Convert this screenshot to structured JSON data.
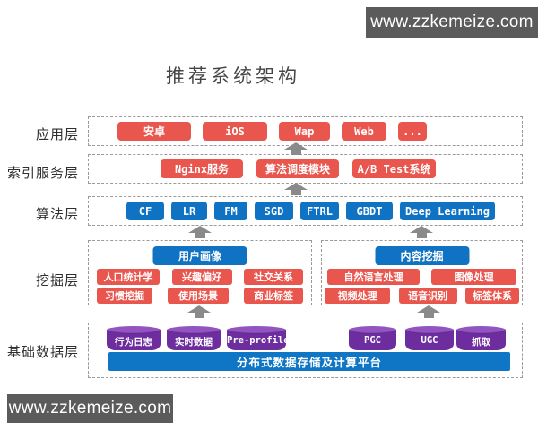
{
  "title": "推荐系统架构",
  "watermarks": {
    "top": "www.zzkemeize.com",
    "bottom": "www.zzkemeize.com"
  },
  "layers": {
    "app": {
      "label": "应用层",
      "items": [
        "安卓",
        "iOS",
        "Wap",
        "Web",
        "..."
      ]
    },
    "index": {
      "label": "索引服务层",
      "items": [
        "Nginx服务",
        "算法调度模块",
        "A/B Test系统"
      ]
    },
    "algo": {
      "label": "算法层",
      "items": [
        "CF",
        "LR",
        "FM",
        "SGD",
        "FTRL",
        "GBDT",
        "Deep Learning"
      ]
    },
    "mining": {
      "label": "挖掘层",
      "user_profile": {
        "header": "用户画像",
        "row1": [
          "人口统计学",
          "兴趣偏好",
          "社交关系"
        ],
        "row2": [
          "习惯挖掘",
          "使用场景",
          "商业标签"
        ]
      },
      "content": {
        "header": "内容挖掘",
        "row1": [
          "自然语言处理",
          "图像处理"
        ],
        "row2": [
          "视频处理",
          "语音识别",
          "标签体系"
        ]
      }
    },
    "base": {
      "label": "基础数据层",
      "cylinders": [
        "行为日志",
        "实时数据",
        "Pre-profile",
        "PGC",
        "UGC",
        "抓取"
      ],
      "platform": "分布式数据存储及计算平台"
    }
  },
  "colors": {
    "red": "#e8564e",
    "blue": "#0f72c2",
    "purple": "#6d2d9e",
    "arrow": "#8a8a8a",
    "watermark_bg": "#5b5b5b"
  }
}
